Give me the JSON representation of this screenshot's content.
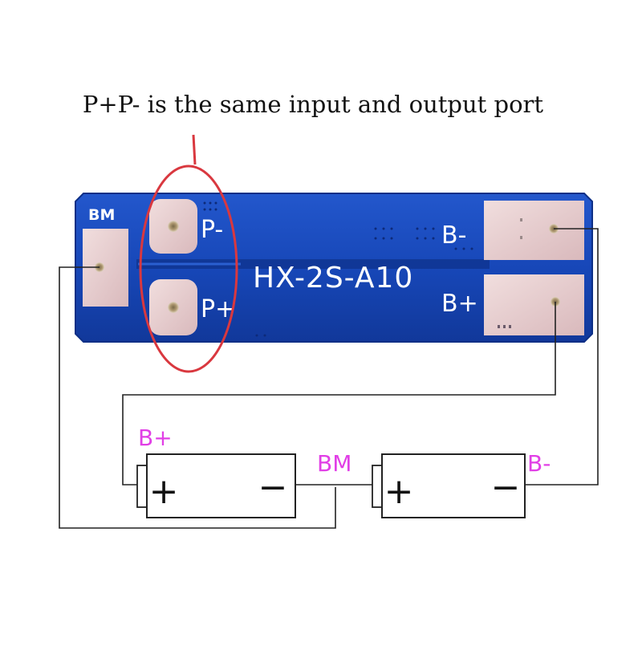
{
  "caption": "P+P- is the same input and output port",
  "board": {
    "model": "HX-2S-A10",
    "pads": {
      "bm": "BM",
      "p_minus": "P-",
      "p_plus": "P+",
      "b_minus": "B-",
      "b_plus": "B+"
    }
  },
  "wiring": {
    "label_b_plus": "B+",
    "label_bm": "BM",
    "label_b_minus": "B-"
  },
  "batteries": [
    {
      "plus_sign": "+",
      "minus_sign": "−"
    },
    {
      "plus_sign": "+",
      "minus_sign": "−"
    }
  ],
  "colors": {
    "board": "#1747b8",
    "board_edge": "#0d2f86",
    "silkscreen": "#ffffff",
    "pad": "#e8cfd0",
    "highlight_circle": "#d9383f",
    "label_magenta": "#e13fe6",
    "wire": "#222222"
  }
}
